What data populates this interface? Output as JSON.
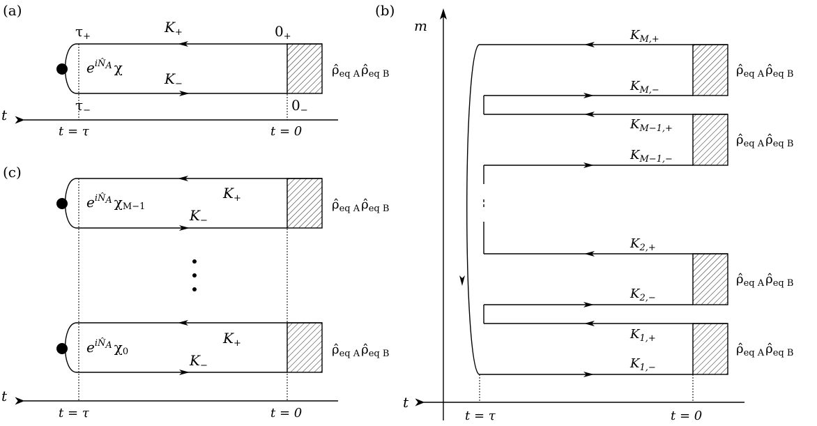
{
  "panel_labels": {
    "a": "(a)",
    "b": "(b)",
    "c": "(c)"
  },
  "axes": {
    "time_symbol": "t",
    "mode_symbol": "m",
    "t_tau": "t = τ",
    "t_zero": "t = 0"
  },
  "panel_a": {
    "tau_plus": "τ",
    "tau_plus_sub": "+",
    "tau_minus": "τ",
    "tau_minus_sub": "−",
    "zero_plus": "0",
    "zero_plus_sub": "+",
    "zero_minus": "0",
    "zero_minus_sub": "−",
    "K_plus": "K",
    "K_plus_sub": "+",
    "K_minus": "K",
    "K_minus_sub": "−",
    "factor_base": "e",
    "factor_exp": "iN̂",
    "factor_exp_sub": "A",
    "factor_chi": "χ",
    "factor_chi_sub": "",
    "rho": "ρ̂",
    "rho_sub_1": "eq A",
    "rho_sub_2": "eq B"
  },
  "panel_c": {
    "upper_chi_sub": "M−1",
    "lower_chi_sub": "0",
    "vdots": "⋮"
  },
  "panel_b": {
    "K_M_plus": "M,+",
    "K_M_minus": "M,−",
    "K_M1_plus": "M−1,+",
    "K_M1_minus": "M−1,−",
    "K_2_plus": "2,+",
    "K_2_minus": "2,−",
    "K_1_plus": "1,+",
    "K_1_minus": "1,−"
  }
}
